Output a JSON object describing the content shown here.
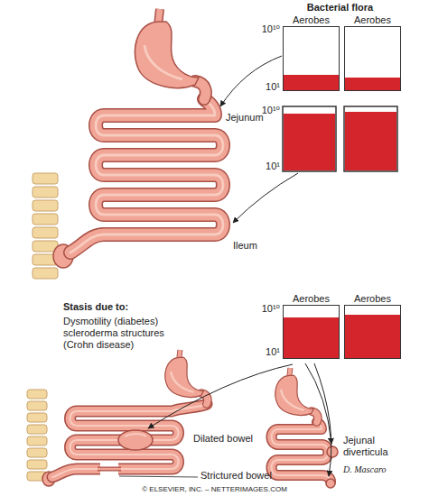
{
  "diagram": {
    "title": "Bacterial flora",
    "caption": "© ELSEVIER, INC. – NETTERIMAGES.COM",
    "nodes": [
      {
        "text": [
          "Aerobes"
        ]
      },
      {
        "text": [
          "Aerobes"
        ]
      },
      {
        "text": [
          "Aerobes"
        ]
      },
      {
        "text": [
          "Aerobes"
        ]
      }
    ],
    "labels": [
      "10¹⁰",
      "10¹",
      "10¹⁰",
      "10¹",
      "Jejunum",
      "Ileum",
      "Stasis due to:",
      "Dysmotility (diabetes) scleroderma structures (Crohn disease)",
      "10¹⁰",
      "10¹",
      "Dilated bowel",
      "Strictured bowel",
      "Jejunal diverticula",
      "D. Mascaro"
    ]
  }
}
